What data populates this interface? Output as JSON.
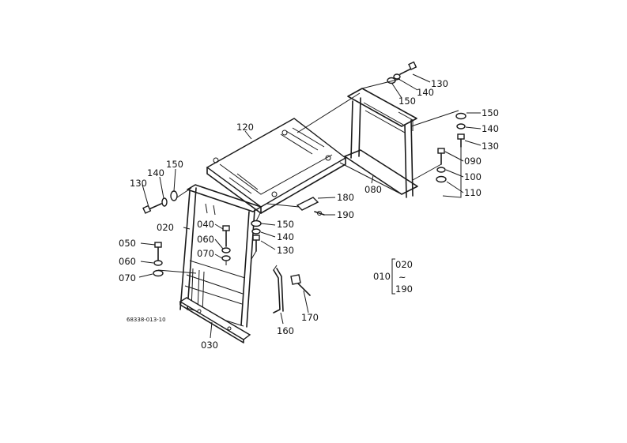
{
  "parts": {
    "p010": "010",
    "p020": "020",
    "p030": "030",
    "p040": "040",
    "p050": "050",
    "p060a": "060",
    "p060b": "060",
    "p070a": "070",
    "p070b": "070",
    "p080": "080",
    "p090": "090",
    "p100": "100",
    "p110": "110",
    "p120": "120",
    "p130a": "130",
    "p130b": "130",
    "p130c": "130",
    "p130d": "130",
    "p140a": "140",
    "p140b": "140",
    "p140c": "140",
    "p140d": "140",
    "p150a": "150",
    "p150b": "150",
    "p150c": "150",
    "p150d": "150",
    "p160": "160",
    "p170": "170",
    "p180": "180",
    "p190": "190"
  },
  "range": {
    "from": "020",
    "tilde": "~",
    "to": "190"
  },
  "drawing_code": "68338-013-10"
}
